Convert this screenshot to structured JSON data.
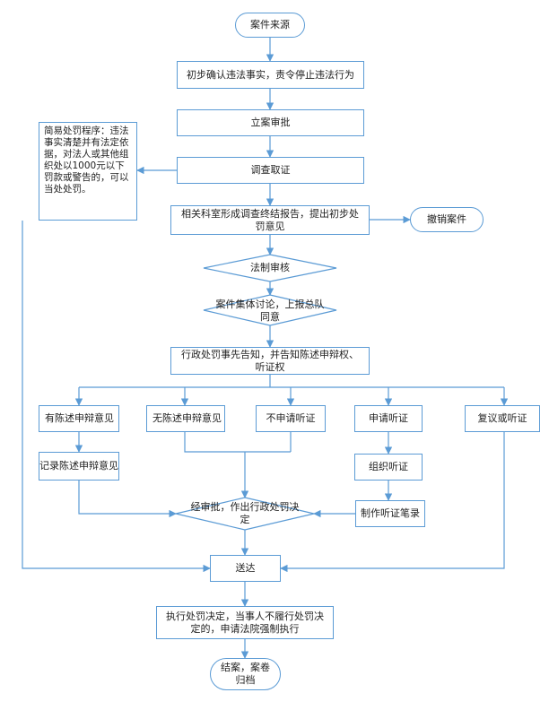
{
  "nodes": {
    "source": "案件来源",
    "confirm": "初步确认违法事实，责令停止违法行为",
    "register": "立案审批",
    "investigate": "调查取证",
    "report": "相关科室形成调查终结报告，提出初步处罚意见",
    "revoke": "撤销案件",
    "legal_review": "法制审核",
    "collective": "案件集体讨论，上报总队同意",
    "notice": "行政处罚事先告知，并告知陈述申辩权、听证权",
    "has_statement": "有陈述申辩意见",
    "no_statement": "无陈述申辩意见",
    "no_hearing": "不申请听证",
    "apply_hearing": "申请听证",
    "reconsider": "复议或听证",
    "record_statement": "记录陈述申辩意见",
    "organize_hearing": "组织听证",
    "hearing_record": "制作听证笔录",
    "decision": "经审批，作出行政处罚决定",
    "deliver": "送达",
    "execute": "执行处罚决定，当事人不履行处罚决定的，申请法院强制执行",
    "close": "结案，案卷归档"
  },
  "side_note": "简易处罚程序：违法事实清楚并有法定依据，对法人或其他组织处以1000元以下罚款或警告的，可以当处处罚。",
  "colors": {
    "line": "#5b9bd5",
    "text": "#222222"
  }
}
